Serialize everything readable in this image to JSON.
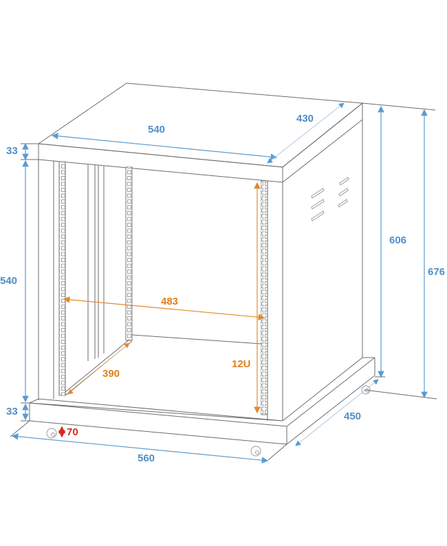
{
  "diagram": {
    "subject": "12U rack cabinet on casters",
    "colors": {
      "outline": "#6b6b6b",
      "external_dimension": "#5b9bd0",
      "internal_dimension": "#e08a2c",
      "caster_height": "#d42a1f"
    },
    "dimensions": {
      "top_width": "540",
      "top_depth": "430",
      "top_panel_height": "33",
      "inner_height": "540",
      "base_height": "33",
      "caster_height": "70",
      "base_width": "560",
      "base_depth": "450",
      "body_height": "606",
      "total_height": "676",
      "rail_width": "483",
      "rail_depth": "390",
      "rack_units": "12U"
    }
  }
}
